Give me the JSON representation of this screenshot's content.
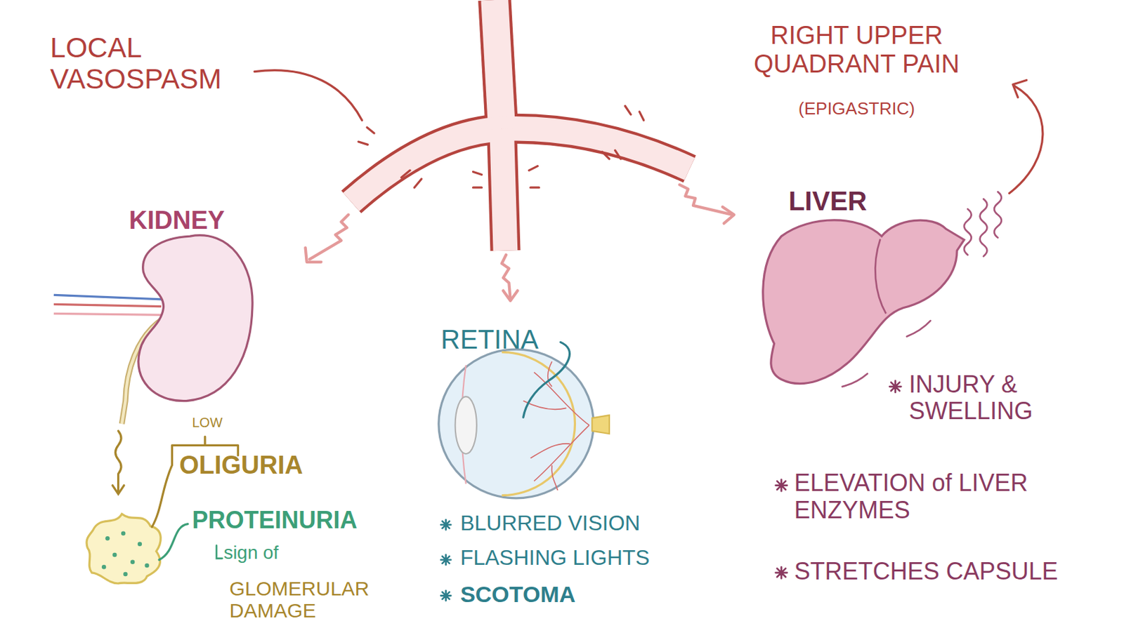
{
  "diagram": {
    "labels": [
      "LOCAL VASOSPASM",
      "RIGHT UPPER QUADRANT PAIN",
      "(EPIGASTRIC)",
      "KIDNEY",
      "LIVER",
      "RETINA",
      "INJURY & SWELLING",
      "LOW",
      "OLIGURIA",
      "ELEVATION of LIVER ENZYMES",
      "PROTEINURIA",
      "sign of",
      "GLOMERULAR DAMAGE",
      "BLURRED VISION",
      "FLASHING LIGHTS",
      "SCOTOMA",
      "STRETCHES CAPSULE"
    ]
  }
}
